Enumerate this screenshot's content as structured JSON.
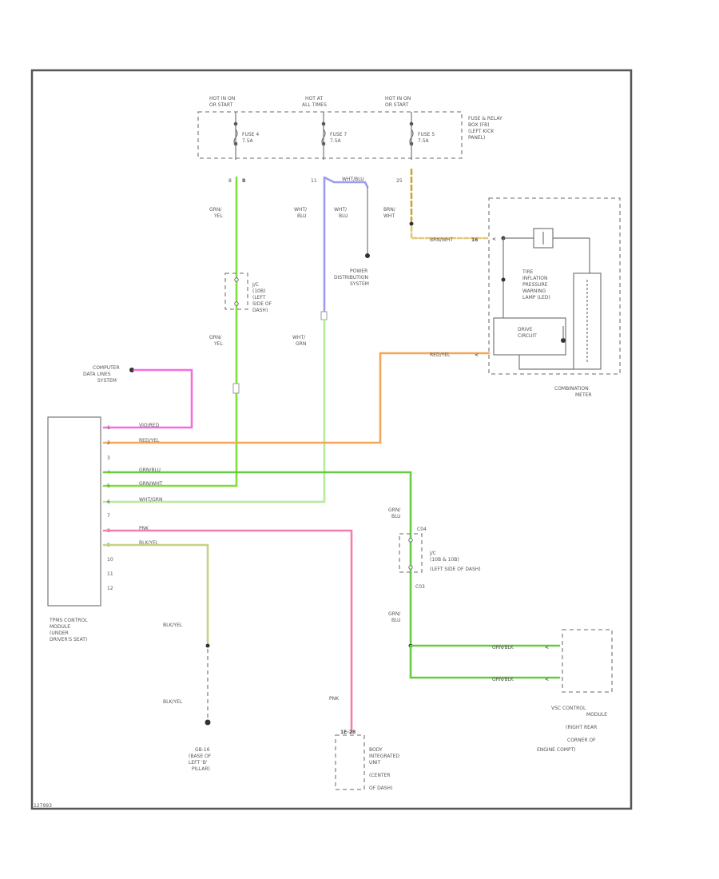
{
  "fuse_block": {
    "hot_labels": [
      [
        "HOT IN ON",
        "OR START"
      ],
      [
        "HOT AT",
        "ALL TIMES"
      ],
      [
        "HOT IN ON",
        "OR START"
      ]
    ],
    "fuses": [
      [
        "FUSE 4",
        "7.5A"
      ],
      [
        "FUSE 7",
        "7.5A"
      ],
      [
        "FUSE 5",
        "7.5A"
      ]
    ],
    "pins": [
      "8",
      "11",
      "25"
    ],
    "name": [
      "FUSE & RELAY",
      "BOX (FB)",
      "(LEFT KICK",
      "PANEL)"
    ]
  },
  "power_dist": [
    "POWER",
    "DISTRIBUTION",
    "SYSTEM"
  ],
  "jc_upper": [
    "J/C",
    "(10B)",
    "(LEFT",
    "SIDE OF",
    "DASH)"
  ],
  "jc_lower": [
    "J/C",
    "(10B & 10B)",
    "(LEFT SIDE OF DASH)"
  ],
  "cdl": [
    "COMPUTER",
    "DATA LINES",
    "SYSTEM"
  ],
  "tpms": [
    "TPMS CONTROL",
    "MODULE",
    "(UNDER",
    "DRIVER'S SEAT)"
  ],
  "combo_meter": [
    "COMBINATION",
    "METER"
  ],
  "tire_lamp": [
    "TIRE",
    "INFLATION",
    "PRESSURE",
    "WARNING",
    "LAMP (LED)"
  ],
  "drive_circuit": [
    "DRIVE",
    "CIRCUIT"
  ],
  "vsc": [
    "VSC CONTROL",
    "MODULE",
    "(RIGHT REAR",
    "CORNER OF",
    "ENGINE COMPT)"
  ],
  "body_ecu": [
    "BODY",
    "INTEGRATED",
    "UNIT",
    "(CENTER",
    "OF DASH)"
  ],
  "ground": [
    "GB-16",
    "(BASE OF",
    "LEFT 'B'",
    "PILLAR)"
  ],
  "wire_labels": {
    "grn_yel_1": [
      "GRN/",
      "YEL"
    ],
    "grn_yel_2": [
      "GRN/",
      "YEL"
    ],
    "wht_blu_1": [
      "WHT/",
      "BLU"
    ],
    "wht_blu_2": [
      "WHT/",
      "BLU"
    ],
    "wht_blu_stub": "WHT/BLU",
    "brn_wht": [
      "BRN/",
      "WHT"
    ],
    "brn_wht_h": "BRN/WHT",
    "wht_grn": [
      "WHT/",
      "GRN"
    ],
    "red_yel_meter": "RED/YEL",
    "grn_blu_1": [
      "GRN/",
      "BLU"
    ],
    "grn_blu_2": [
      "GRN/",
      "BLU"
    ],
    "grn_blk_1": "GRN/BLK",
    "grn_blk_2": "GRN/BLK",
    "blk_yel_1": "BLK/YEL",
    "blk_yel_2": "BLK/YEL",
    "pnk": "PNK",
    "c03": "C03",
    "c04": "C04"
  },
  "tpms_pins": [
    {
      "num": "1",
      "label": "VIO/RED"
    },
    {
      "num": "2",
      "label": "RED/YEL"
    },
    {
      "num": "3",
      "label": ""
    },
    {
      "num": "4",
      "label": "GRN/BLU"
    },
    {
      "num": "5",
      "label": "GRN/WHT"
    },
    {
      "num": "6",
      "label": "WHT/GRN"
    },
    {
      "num": "7",
      "label": ""
    },
    {
      "num": "8",
      "label": "PNK"
    },
    {
      "num": "9",
      "label": "BLK/YEL"
    },
    {
      "num": "10",
      "label": ""
    },
    {
      "num": "11",
      "label": ""
    },
    {
      "num": "12",
      "label": ""
    }
  ],
  "footer_id": "127993",
  "colors": {
    "green": "#7ee03a",
    "pale_green": "#b5eb9a",
    "mid_green": "#66cc44",
    "blue": "#9a9cf0",
    "orange": "#f5a65a",
    "magenta": "#f56ee0",
    "pink": "#f57eb0",
    "olive": "#c9cf86",
    "tan": "#c8a43a"
  }
}
